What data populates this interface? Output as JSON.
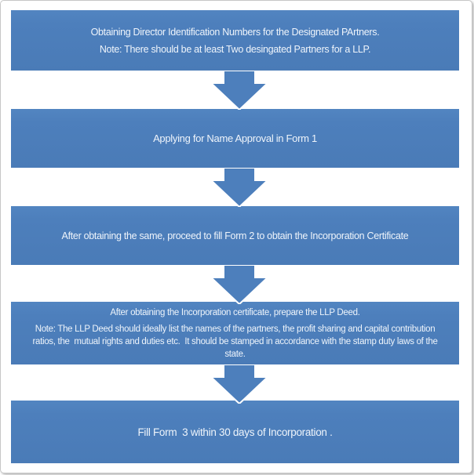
{
  "colors": {
    "page_background": "#ffffff",
    "frame_border": "#c6c6c6",
    "box_fill": "#4d7fbc",
    "box_text": "#eef4fb",
    "arrow_fill": "#4d7fbc",
    "arrow_outline": "#ffffff"
  },
  "flowchart": {
    "steps": [
      {
        "line1": "Obtaining Director Identification Numbers for the Designated PArtners.",
        "note": "Note: There should be at least Two desingated Partners for a LLP."
      },
      {
        "line1": "Applying for Name Approval in Form 1"
      },
      {
        "line1": "After obtaining the same, proceed to fill Form 2 to obtain the Incorporation Certificate"
      },
      {
        "line1": "After obtaining the Incorporation certificate, prepare the LLP Deed.",
        "note": "Note: The LLP Deed should ideally list the names of the partners, the profit sharing and capital contribution ratios, the  mutual rights and duties etc.  It should be stamped in accordance with the stamp duty laws of the state."
      },
      {
        "line1": "Fill Form  3 within 30 days of Incorporation ."
      }
    ]
  }
}
